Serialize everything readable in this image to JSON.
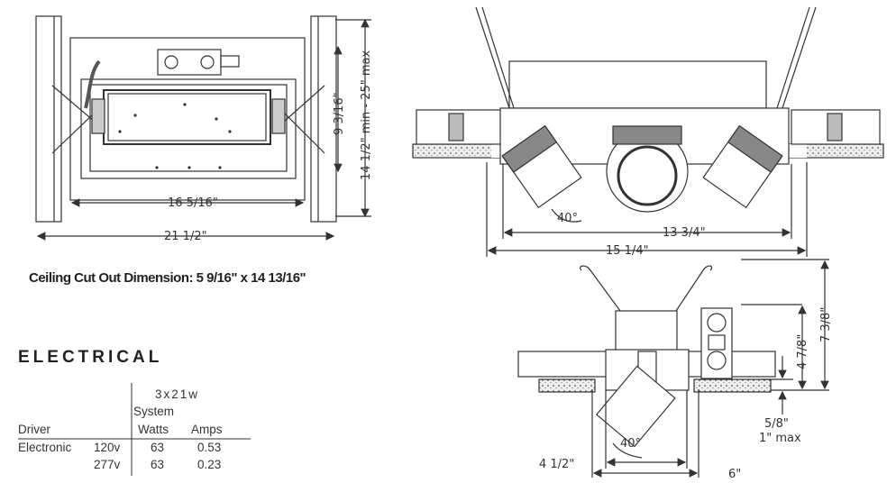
{
  "plan_view": {
    "dim_inner_width": "16 5/16\"",
    "dim_outer_width": "21 1/2\"",
    "dim_inner_height": "9 3/16\"",
    "dim_bar_range": "14 1/2\" min - 25\" max"
  },
  "front_view": {
    "dim_aperture": "13 3/4\"",
    "dim_housing": "15 1/4\"",
    "tilt_angle": "40°"
  },
  "side_view": {
    "dim_aperture": "4 1/2\"",
    "dim_housing": "6\"",
    "dim_height_housing": "4 7/8\"",
    "dim_height_total": "7 3/8\"",
    "dim_ceiling_min": "5/8\"",
    "dim_ceiling_max": "1\" max",
    "tilt_angle": "40°"
  },
  "cutout_text": "Ceiling Cut Out Dimension: 5 9/16\" x 14 13/16\"",
  "electrical": {
    "title": "ELECTRICAL",
    "config": "3x21w",
    "headers": {
      "driver": "Driver",
      "system": "System",
      "watts": "Watts",
      "amps": "Amps"
    },
    "rows": [
      {
        "driver": "Electronic",
        "voltage": "120v",
        "watts": "63",
        "amps": "0.53"
      },
      {
        "driver": "",
        "voltage": "277v",
        "watts": "63",
        "amps": "0.23"
      }
    ]
  }
}
